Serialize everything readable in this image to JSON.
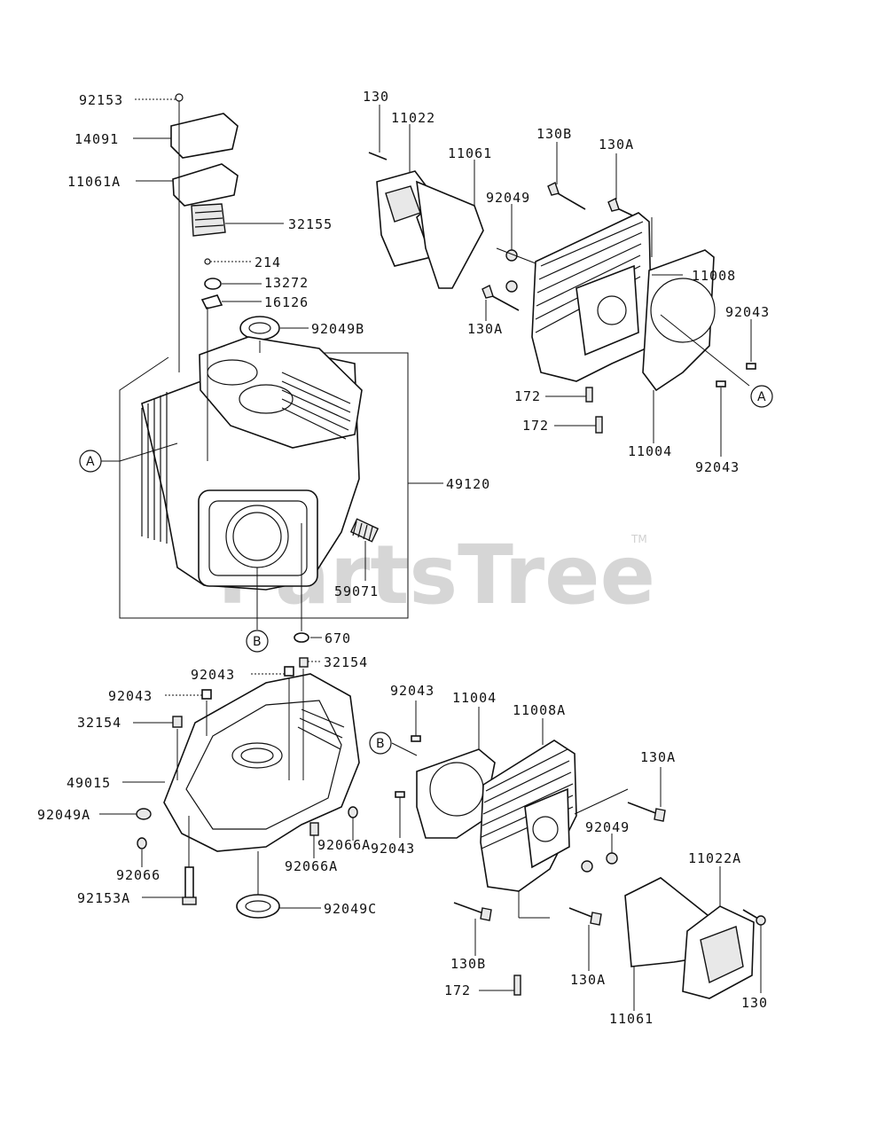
{
  "watermark": {
    "text": "PartsTree",
    "trademark": "TM"
  },
  "ref_markers": {
    "A": "A",
    "B": "B"
  },
  "labels": {
    "p92153": "92153",
    "p14091": "14091",
    "p11061A": "11061A",
    "p32155": "32155",
    "p214": "214",
    "p13272": "13272",
    "p16126": "16126",
    "p92049B": "92049B",
    "p49120": "49120",
    "p59071": "59071",
    "p670": "670",
    "p130_top": "130",
    "p11022": "11022",
    "p11061_top": "11061",
    "p130B_top": "130B",
    "p130A_top": "130A",
    "p92049_top": "92049",
    "p11008": "11008",
    "p92043_r1": "92043",
    "p130A_mid": "130A",
    "p172_a": "172",
    "p172_b": "172",
    "p11004_top": "11004",
    "p92043_r2": "92043",
    "p92043_c1": "92043",
    "p32154_c1": "32154",
    "p92043_l1": "92043",
    "p32154_l1": "32154",
    "p49015": "49015",
    "p92049A": "92049A",
    "p92066": "92066",
    "p92153A": "92153A",
    "p92066A_1": "92066A",
    "p92066A_2": "92066A",
    "p92049C": "92049C",
    "p92043_b1": "92043",
    "p11004_bot": "11004",
    "p11008A": "11008A",
    "p130A_b1": "130A",
    "p92043_b2": "92043",
    "p92049_bot": "92049",
    "p11022A": "11022A",
    "p130B_bot": "130B",
    "p130A_b2": "130A",
    "p172_bot": "172",
    "p11061_bot": "11061",
    "p130_bot": "130"
  }
}
